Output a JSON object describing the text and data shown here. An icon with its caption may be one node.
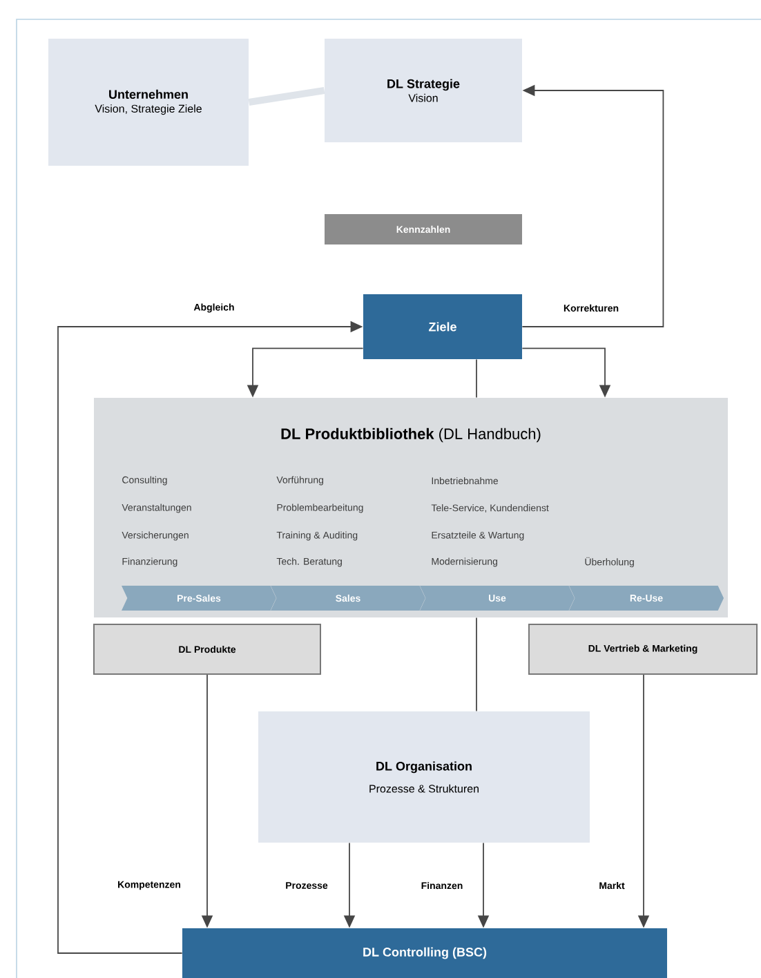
{
  "diagram": {
    "nodes": [
      {
        "text": [
          "Unternehmen",
          "Vision, Strategie Ziele"
        ]
      },
      {
        "text": [
          "DL Strategie",
          "Vision"
        ]
      },
      {
        "text": [
          "Kennzahlen"
        ]
      },
      {
        "text": [
          "Ziele"
        ]
      },
      {
        "text": [
          "**DL Produktbibliothek** (DL Handbuch)",
          "Consulting",
          "Veranstaltungen",
          "Versicherungen",
          "Finanzierung",
          "Vorführung",
          "Problembearbeitung",
          "Training & Auditing",
          "Tech. Beratung",
          "Inbetriebnahme",
          "Tele-Service, Kundendienst",
          "Ersatzteile & Wartung",
          "Modernisierung",
          "Überholung"
        ]
      },
      {
        "text": [
          "Pre-Sales"
        ],
        "in": 4
      },
      {
        "text": [
          "Sales"
        ],
        "in": 4
      },
      {
        "text": [
          "Use"
        ],
        "in": 4
      },
      {
        "text": [
          "Re-Use"
        ],
        "in": 4
      },
      {
        "text": [
          "DL Produkte"
        ]
      },
      {
        "text": [
          "DL Vertrieb & Marketing"
        ]
      },
      {
        "text": [
          "DL Organisation",
          "Prozesse & Strukturen"
        ]
      },
      {
        "text": [
          "DL Controlling (BSC)"
        ]
      }
    ],
    "edges": [
      {
        "from": 0,
        "to": 1,
        "arrow": "none",
        "style": "thick",
        "color": "#dfe4ea"
      },
      {
        "from": 3,
        "to": 1,
        "arrow": "to",
        "label": "Korrekturen"
      },
      {
        "from": 12,
        "to": 3,
        "arrow": "to",
        "label": "Abgleich"
      },
      {
        "from": 3,
        "to": 4,
        "arrow": "to"
      },
      {
        "from": 3,
        "to": 4,
        "arrow": "to"
      },
      {
        "from": 3,
        "to": 4,
        "arrow": "none"
      },
      {
        "from": 4,
        "to": 11,
        "arrow": "none"
      },
      {
        "from": 9,
        "to": 12,
        "arrow": "to",
        "label": "Kompetenzen"
      },
      {
        "from": 11,
        "to": 12,
        "arrow": "to",
        "label": "Prozesse"
      },
      {
        "from": 11,
        "to": 12,
        "arrow": "to",
        "label": "Finanzen"
      },
      {
        "from": 10,
        "to": 12,
        "arrow": "to",
        "label": "Markt"
      }
    ]
  }
}
